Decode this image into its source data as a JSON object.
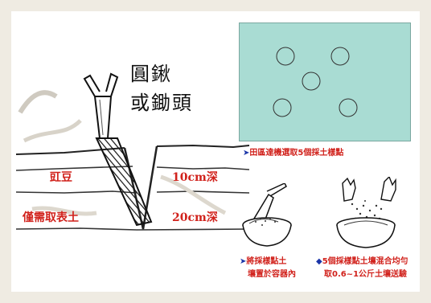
{
  "tool_title_line1": "圓鍬",
  "tool_title_line2": "或鋤頭",
  "layer_label_top": "豇豆",
  "layer_label_bottom": "僅需取表土",
  "depth_label_1": "10cm深",
  "depth_label_2": "20cm深",
  "caption_field_points": "田區達機選取5個採土樣點",
  "caption_container_line1": "將採樣點土",
  "caption_container_line2": "壤置於容器內",
  "caption_mix_line1": "5個採樣點土壤混合均勻",
  "caption_mix_line2": "取0.6~1公斤土壤送驗",
  "colors": {
    "field_fill": "#a9dcd3",
    "label_red": "#d1221c",
    "bullet_blue": "#1a35a8"
  },
  "icons": [
    "shovel-illustration",
    "trowel-in-bowl-illustration",
    "hands-mixing-bowl-illustration"
  ]
}
